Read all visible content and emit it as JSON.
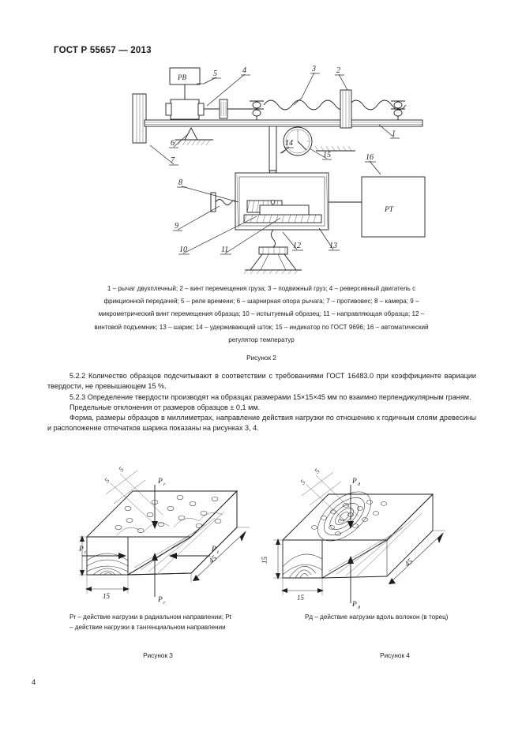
{
  "document": {
    "standard_header": "ГОСТ Р 55657 — 2013",
    "page_number": "4"
  },
  "figure2": {
    "caption_line1": "1 – рычаг двухплечный; 2 – винт перемещения груза; 3 – подвижный груз; 4 – реверсивный двигатель с",
    "caption_line2": "фрикционной передачей; 5 – реле времени; 6 – шарнирная опора рычага; 7 – противовес; 8 – камера; 9 –",
    "caption_line3": "микрометрический винт перемещения образца; 10 – испытуемый образец; 11 – направляющая образца; 12 –",
    "caption_line4": "винтовой подъемник; 13 – шарик; 14 – удерживающий шток; 15 – индикатор по ГОСТ 9696; 16 – автоматический",
    "caption_line5": "регулятор температур",
    "label": "Рисунок 2",
    "callouts": {
      "c1": "1",
      "c2": "2",
      "c3": "3",
      "c4": "4",
      "c5": "5",
      "c6": "6",
      "c7": "7",
      "c8": "8",
      "c9": "9",
      "c10": "10",
      "c11": "11",
      "c12": "12",
      "c13": "13",
      "c14": "14",
      "c15": "15",
      "c16": "16"
    },
    "box_labels": {
      "time_relay": "РВ",
      "temp_regulator": "РТ"
    }
  },
  "body": {
    "p1": "5.2.2 Количество образцов подсчитывают в соответствии с требованиями ГОСТ 16483.0 при коэффициенте вариации твердости, не превышающем 15 %.",
    "p2": "5.2.3 Определение твердости производят на образцах размерами 15×15×45 мм по взаимно перпендикулярным граням.",
    "p3": "Предельные отклонения от размеров образцов ± 0,1 мм.",
    "p4": "Форма, размеры образцов в миллиметрах, направление действия нагрузки по отношению к годичным слоям древесины и расположение отпечатков шарика показаны на рисунках 3, 4."
  },
  "figure3": {
    "caption_part1": "Pr – действие нагрузки в радиальном направлении; Pt",
    "caption_part2": "– действие нагрузки в тангенциальном направлении",
    "label": "Рисунок 3",
    "dimensions": {
      "height": "15",
      "width": "15",
      "length": "45",
      "spacing_a": "5",
      "spacing_b": "5"
    },
    "force_labels": {
      "top": "Pr",
      "bottom": "Pr",
      "left": "Pt",
      "right": "Pt"
    }
  },
  "figure4": {
    "caption": "Pд – действие нагрузки вдоль волокон (в торец)",
    "label": "Рисунок 4",
    "dimensions": {
      "height": "15",
      "width": "15",
      "length": "45",
      "spacing_a": "5",
      "spacing_b": "5"
    },
    "force_labels": {
      "top": "Pд",
      "bottom": "Pд"
    }
  }
}
